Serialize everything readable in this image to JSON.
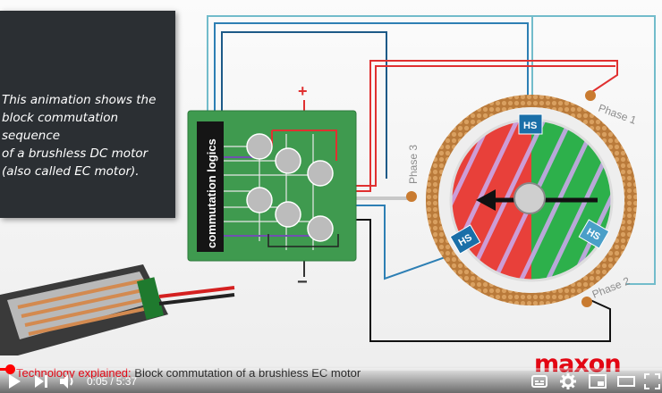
{
  "video": {
    "blackboard_text": "This animation shows the\nblock commutation sequence\nof a brushless DC motor\n(also called EC motor).",
    "board_label": "commutation logics",
    "plus_sign": "+",
    "minus_sign": "−",
    "hall_sensor_label": "HS",
    "phase_labels": [
      "Phase 1",
      "Phase 2",
      "Phase 3"
    ],
    "brand": "maxon"
  },
  "title": {
    "lead": "Technology explained:",
    "rest": "Block commutation of a brushless EC motor"
  },
  "player": {
    "current_time": "0:05",
    "separator": "/",
    "duration": "5:37",
    "progress": 0.0148
  },
  "icons": {
    "play": "play-icon",
    "next": "next-icon",
    "volume": "volume-icon",
    "subtitles": "subtitles-icon",
    "settings": "gear-icon",
    "miniplayer": "miniplayer-icon",
    "theater": "theater-icon",
    "fullscreen": "fullscreen-icon"
  },
  "colors": {
    "accent_red": "#e30613",
    "progress_red": "#ff0000",
    "board_green": "#3f9a4f",
    "rotor_red": "#e8403a",
    "rotor_green": "#2db04b"
  }
}
